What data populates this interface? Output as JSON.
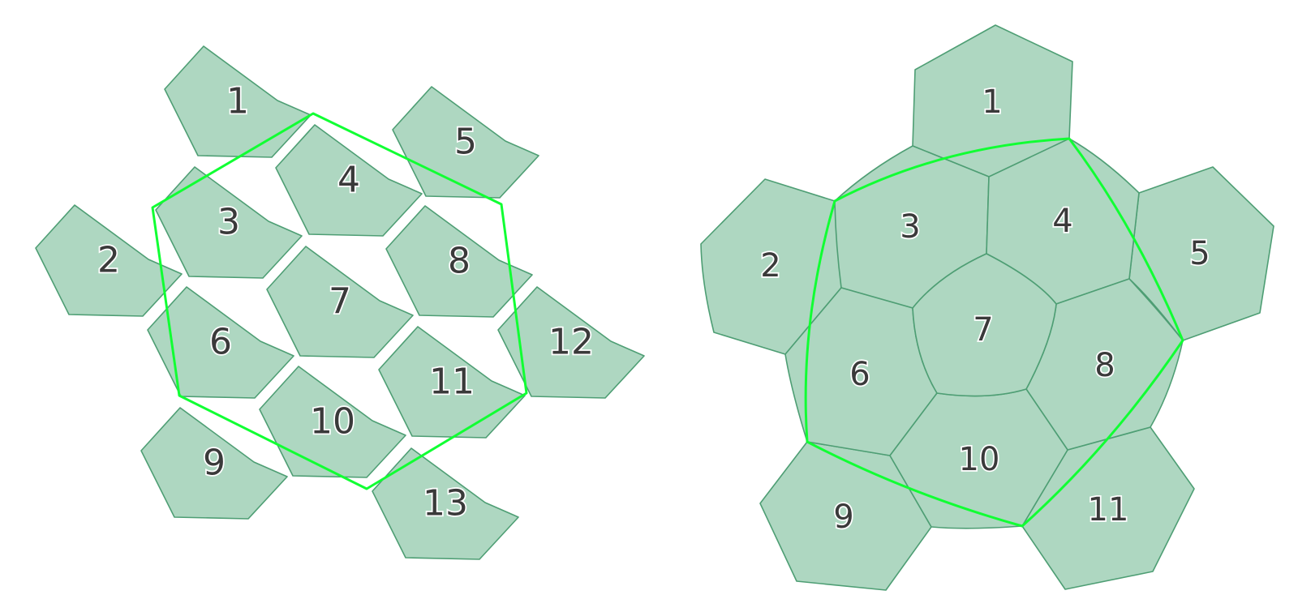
{
  "colors": {
    "cell_fill": "#aed7c1",
    "cell_stroke": "#4e9e74",
    "outline": "#11ff33",
    "label": "#3a3a3a"
  },
  "hex_panel": {
    "labels": [
      "1",
      "2",
      "3",
      "4",
      "5",
      "6",
      "7",
      "8",
      "9",
      "10",
      "11",
      "12",
      "13"
    ]
  },
  "pent_panel": {
    "labels": [
      "1",
      "2",
      "3",
      "4",
      "5",
      "6",
      "7",
      "8",
      "9",
      "10",
      "11"
    ]
  }
}
